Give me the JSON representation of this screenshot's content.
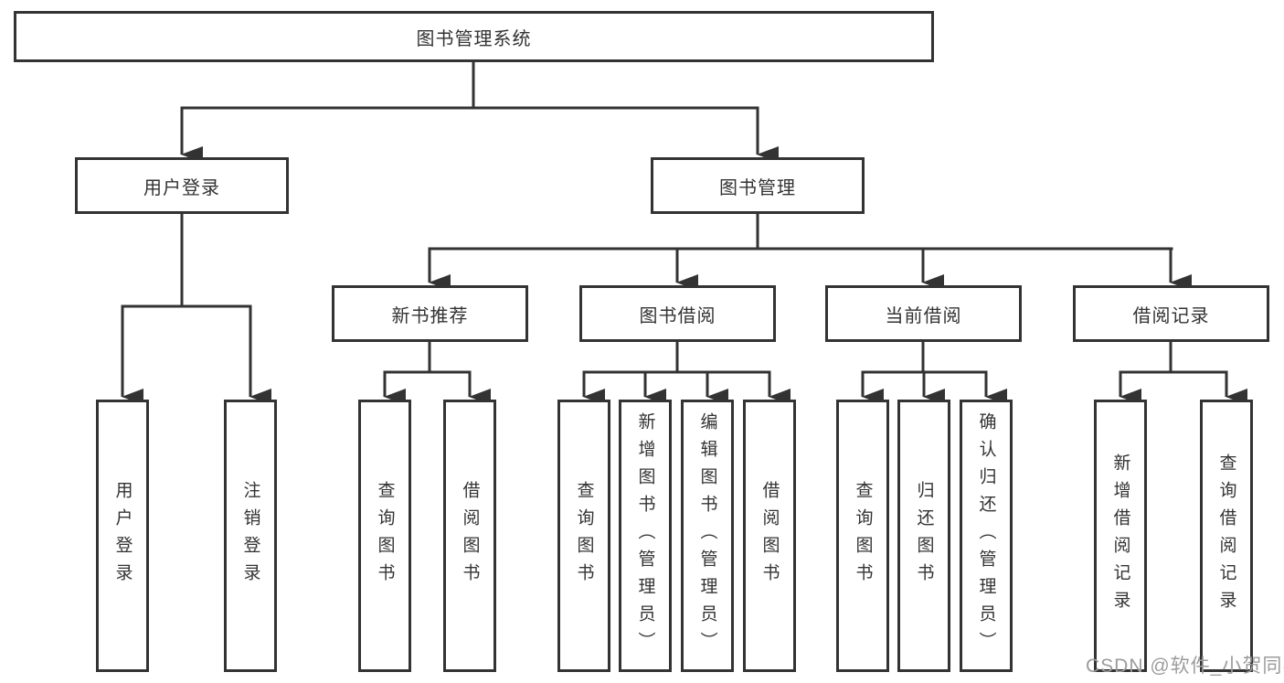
{
  "tree": {
    "label": "图书管理系统",
    "children": [
      {
        "label": "用户登录",
        "children": [
          {
            "label": "用户登录"
          },
          {
            "label": "注销登录"
          }
        ]
      },
      {
        "label": "图书管理",
        "children": [
          {
            "label": "新书推荐",
            "children": [
              {
                "label": "查询图书"
              },
              {
                "label": "借阅图书"
              }
            ]
          },
          {
            "label": "图书借阅",
            "children": [
              {
                "label": "查询图书"
              },
              {
                "label": "新增图书（管理员）"
              },
              {
                "label": "编辑图书（管理员）"
              },
              {
                "label": "借阅图书"
              }
            ]
          },
          {
            "label": "当前借阅",
            "children": [
              {
                "label": "查询图书"
              },
              {
                "label": "归还图书"
              },
              {
                "label": "确认归还（管理员）"
              }
            ]
          },
          {
            "label": "借阅记录",
            "children": [
              {
                "label": "新增借阅记录"
              },
              {
                "label": "查询借阅记录"
              }
            ]
          }
        ]
      }
    ]
  },
  "watermark": "CSDN @软件_小贺同学",
  "colors": {
    "line": "#333333",
    "box_border": "#333333",
    "text": "#333333",
    "watermark": "#9c9c9c",
    "background": "#ffffff"
  }
}
